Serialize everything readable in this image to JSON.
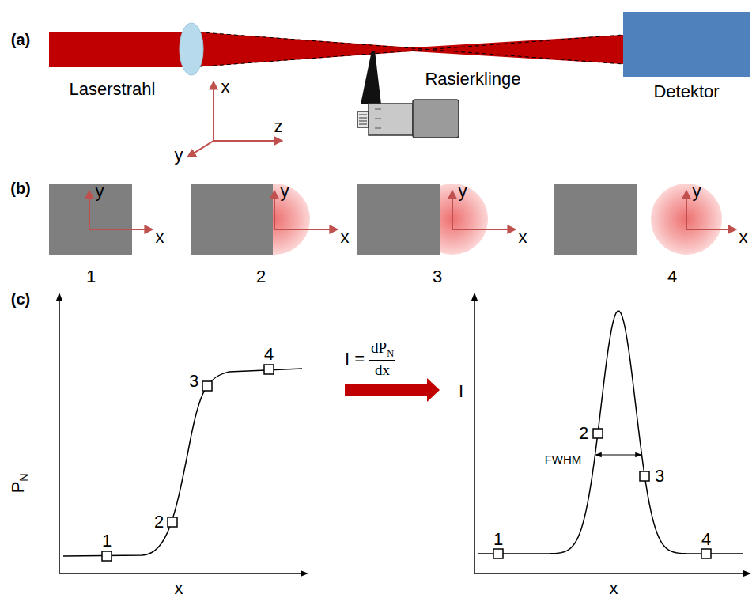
{
  "diagram": {
    "nodes": [
      {
        "text": [
          "Detektor"
        ]
      }
    ],
    "edges": [],
    "labels": [
      "(a)",
      "Laserstrahl",
      "x",
      "z",
      "y",
      "Rasierklinge",
      "(b)",
      "y",
      "x",
      "y",
      "x",
      "y",
      "x",
      "y",
      "x",
      "1",
      "2",
      "3",
      "4",
      "(c)",
      "P",
      "N",
      "x",
      "1",
      "2",
      "3",
      "4",
      "I =",
      "dP",
      "N",
      "dx",
      "I",
      "FWHM",
      "1",
      "2",
      "3",
      "4",
      "x"
    ]
  }
}
